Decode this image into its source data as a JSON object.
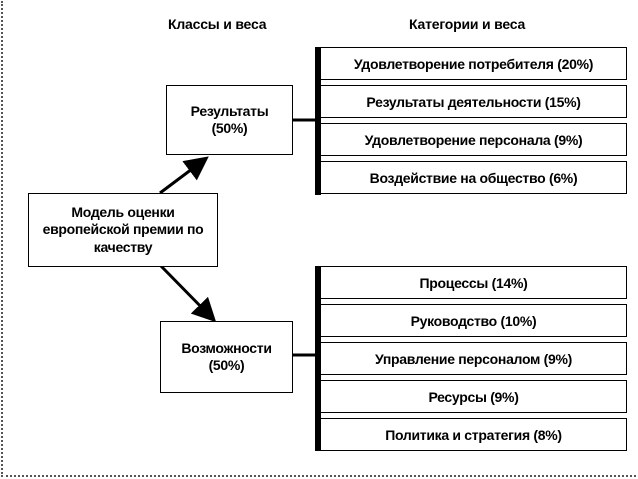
{
  "headers": {
    "classes": "Классы и веса",
    "categories": "Категории и веса"
  },
  "model": {
    "label": "Модель оценки европейской премии по качеству"
  },
  "results": {
    "label": "Результаты",
    "weight": "(50%)",
    "categories": [
      "Удовлетворение потребителя (20%)",
      "Результаты деятельности (15%)",
      "Удовлетворение персонала (9%)",
      "Воздействие на общество (6%)"
    ]
  },
  "enablers": {
    "label": "Возможности",
    "weight": "(50%)",
    "categories": [
      "Процессы (14%)",
      "Руководство (10%)",
      "Управление персоналом (9%)",
      "Ресурсы (9%)",
      "Политика и стратегия (8%)"
    ]
  }
}
